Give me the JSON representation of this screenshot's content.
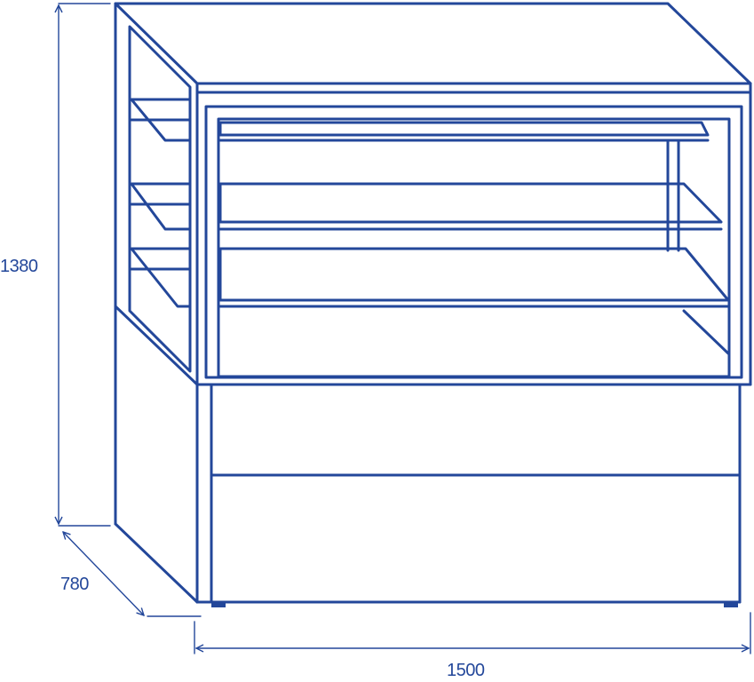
{
  "dimensions": {
    "height": "1380",
    "depth": "780",
    "width": "1500"
  },
  "colors": {
    "line": "#23479a",
    "background": "#ffffff"
  }
}
